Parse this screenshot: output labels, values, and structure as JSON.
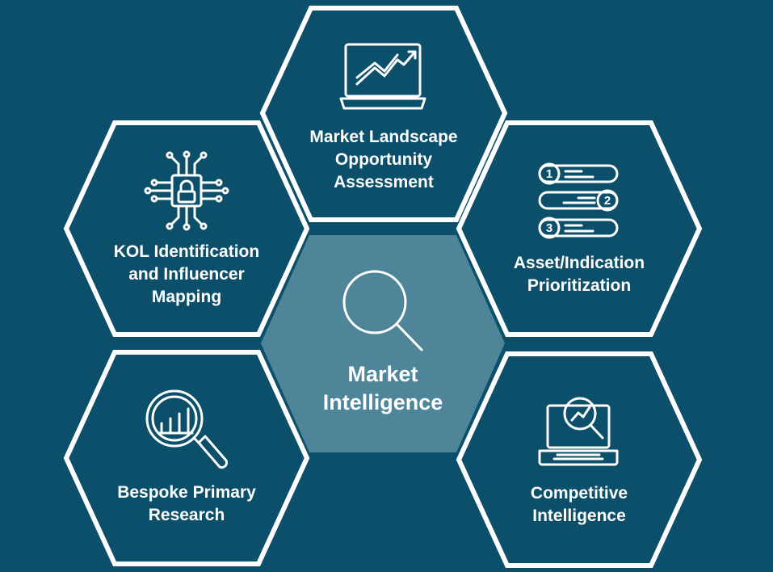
{
  "colors": {
    "background": "#0b4f6a",
    "center_fill": "#4e8599",
    "outline": "#ffffff"
  },
  "center": {
    "icon": "magnifier-icon",
    "lines": [
      "Market",
      "Intelligence"
    ]
  },
  "nodes": [
    {
      "id": "market-landscape",
      "icon": "laptop-chart-icon",
      "lines": [
        "Market Landscape",
        "Opportunity",
        "Assessment"
      ]
    },
    {
      "id": "kol-identification",
      "icon": "circuit-lock-icon",
      "lines": [
        "KOL Identification",
        "and Influencer",
        "Mapping"
      ]
    },
    {
      "id": "asset-prioritization",
      "icon": "ranked-list-icon",
      "lines": [
        "Asset/Indication",
        "Prioritization"
      ],
      "ranks": [
        "1",
        "2",
        "3"
      ]
    },
    {
      "id": "bespoke-research",
      "icon": "magnifier-bar-chart-icon",
      "lines": [
        "Bespoke Primary",
        "Research"
      ]
    },
    {
      "id": "competitive-intelligence",
      "icon": "laptop-magnifier-icon",
      "lines": [
        "Competitive",
        "Intelligence"
      ]
    }
  ]
}
